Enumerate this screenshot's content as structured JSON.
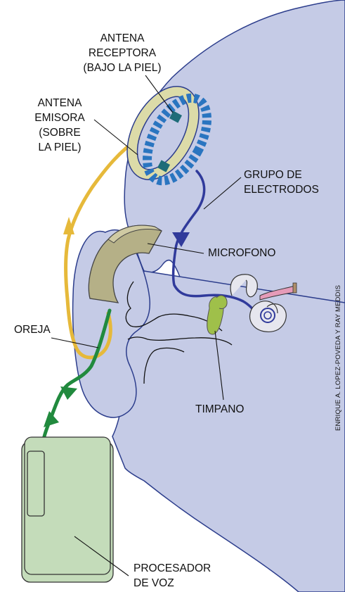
{
  "labels": {
    "antena_receptora": [
      "ANTENA",
      "RECEPTORA",
      "(BAJO LA PIEL)"
    ],
    "antena_emisora": [
      "ANTENA",
      "EMISORA",
      "(SOBRE",
      "LA PIEL)"
    ],
    "grupo_electrodos": [
      "GRUPO DE",
      "ELECTRODOS"
    ],
    "microfono": "MICROFONO",
    "oreja": "OREJA",
    "timpano": "TIMPANO",
    "procesador_voz": [
      "PROCESADOR",
      "DE VOZ"
    ]
  },
  "credit": "ENRIQUE A. LOPEZ-POVEDA Y RAY MEDDIS",
  "colors": {
    "head": "#c5cbe6",
    "outline": "#2c3d8c",
    "cable_yellow": "#e6b93a",
    "cable_green": "#218a3e",
    "receiver_coil": "#2a75c0",
    "emitter_ring": "#dcdba8",
    "microphone": "#b5b087",
    "electrode_wire": "#303a9b",
    "processor": "#c4dcba",
    "eardrum": "#9fc04a",
    "cochlea_tube": "#e59bb8"
  }
}
